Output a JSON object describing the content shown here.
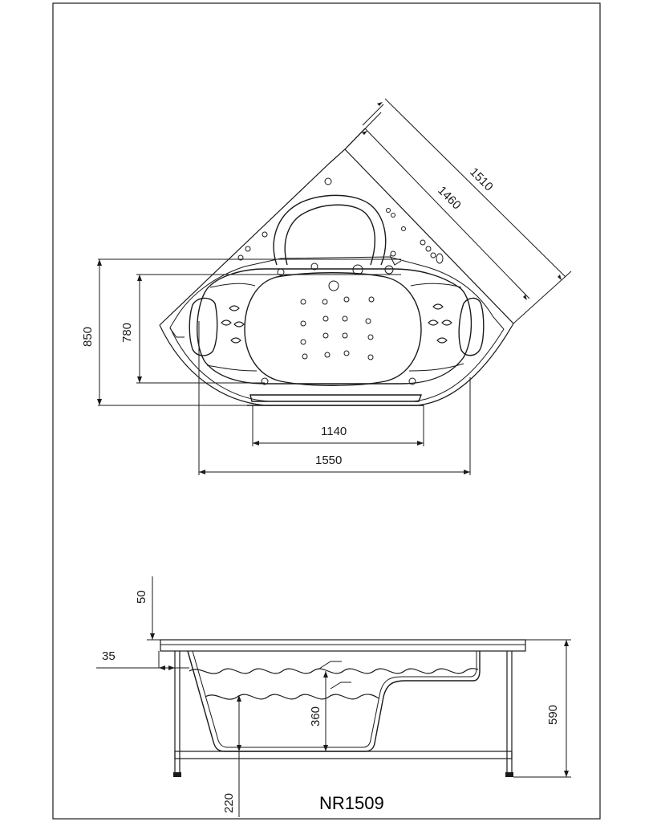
{
  "drawing": {
    "model": "NR1509",
    "top_view": {
      "dim_diag_outer": "1510",
      "dim_diag_inner": "1460",
      "dim_height_outer": "850",
      "dim_height_inner": "780",
      "dim_width_inner": "1140",
      "dim_width_outer": "1550"
    },
    "side_view": {
      "dim_rim": "50",
      "dim_lip": "35",
      "dim_water": "360",
      "dim_total": "590",
      "dim_leg": "220"
    }
  }
}
